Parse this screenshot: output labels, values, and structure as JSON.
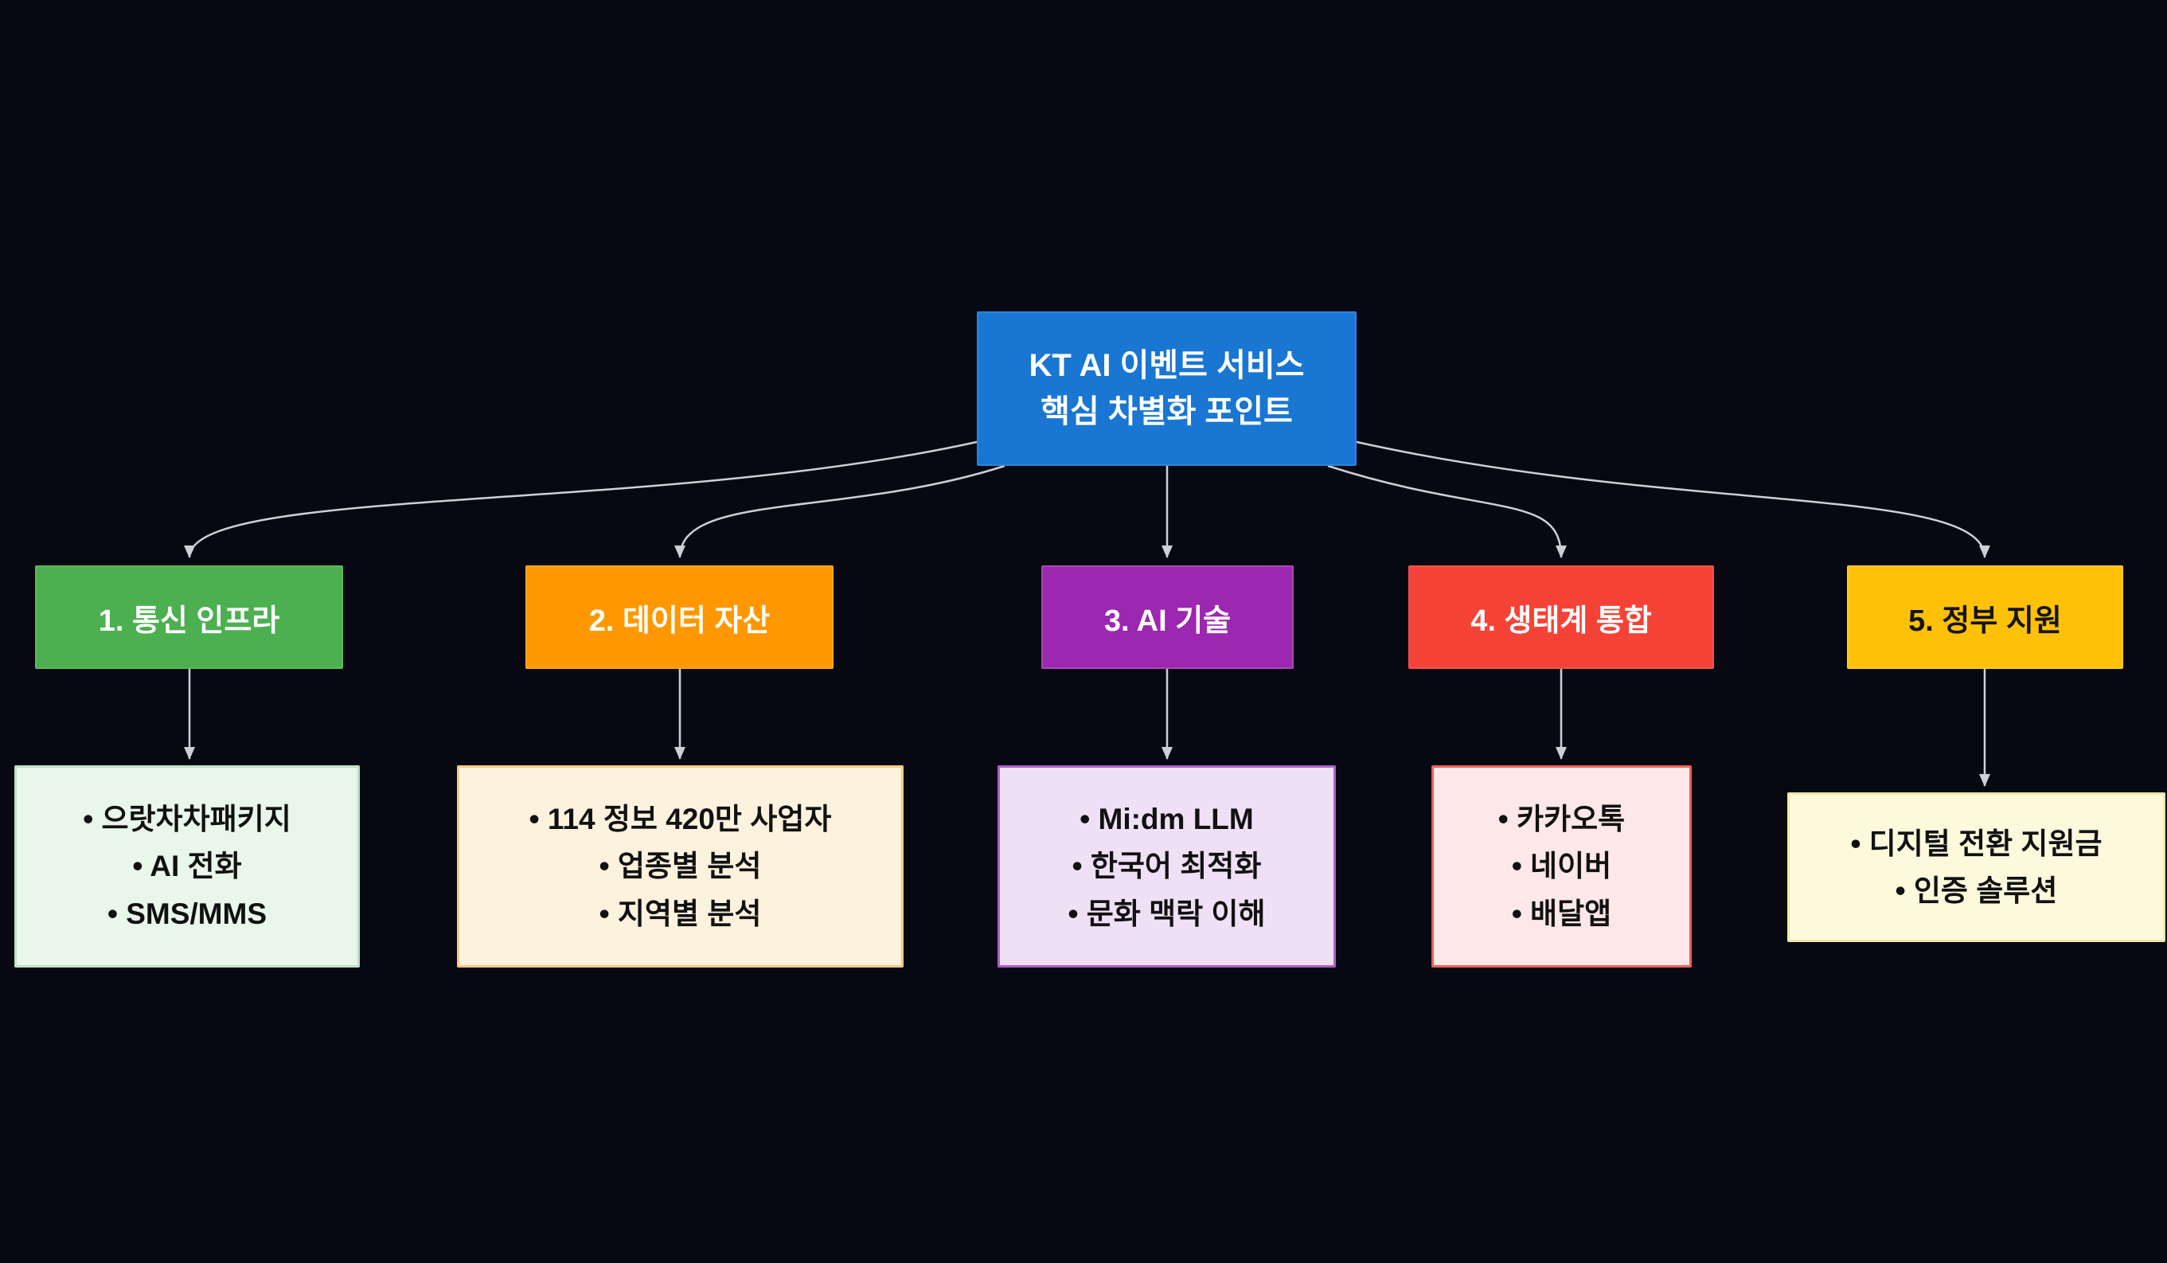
{
  "background_color": "#080812",
  "connector_color": "#cdd0d4",
  "root": {
    "lines": [
      "KT AI 이벤트 서비스",
      "핵심 차별화 포인트"
    ],
    "color": "#1976d2"
  },
  "branches": [
    {
      "label": "1. 통신 인프라",
      "color": "#4caf50",
      "leaf_bg": "#e9f6ea",
      "leaf_border": "#bce0c0",
      "items": [
        "으랏차차패키지",
        "AI 전화",
        "SMS/MMS"
      ]
    },
    {
      "label": "2. 데이터 자산",
      "color": "#ff9800",
      "leaf_bg": "#fdf2de",
      "leaf_border": "#f6c87f",
      "items": [
        "114 정보 420만 사업자",
        "업종별 분석",
        "지역별 분석"
      ]
    },
    {
      "label": "3. AI 기술",
      "color": "#9c27b0",
      "leaf_bg": "#efe0f6",
      "leaf_border": "#ae5ec8",
      "items": [
        "Mi:dm LLM",
        "한국어 최적화",
        "문화 맥락 이해"
      ]
    },
    {
      "label": "4. 생태계 통합",
      "color": "#f44336",
      "leaf_bg": "#fce7e9",
      "leaf_border": "#ef6059",
      "items": [
        "카카오톡",
        "네이버",
        "배달앱"
      ]
    },
    {
      "label": "5. 정부 지원",
      "color": "#ffc107",
      "leaf_bg": "#fcf9dd",
      "leaf_border": "#efe7a5",
      "items": [
        "디지털 전환 지원금",
        "인증 솔루션"
      ]
    }
  ]
}
